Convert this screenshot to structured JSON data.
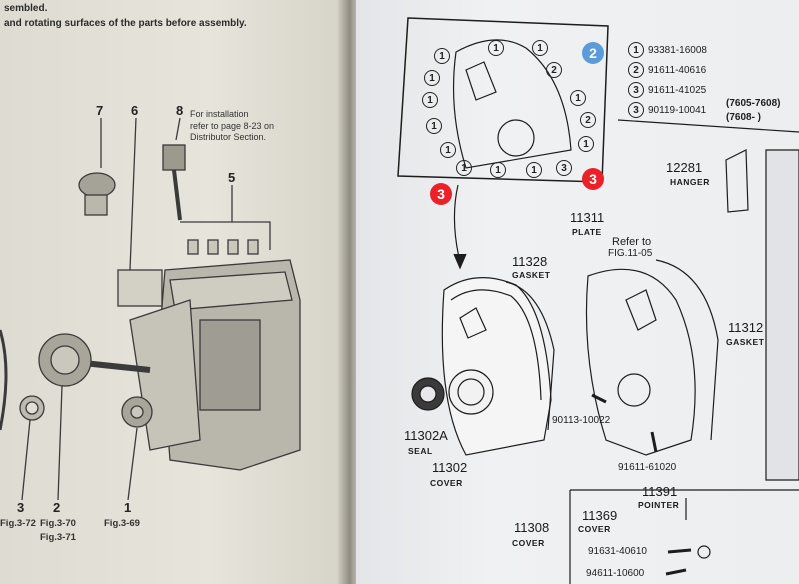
{
  "left_page": {
    "header_line1": "sembled.",
    "header_line2": "and rotating surfaces of the parts before assembly.",
    "callouts": [
      "7",
      "6",
      "8",
      "5",
      "3",
      "2",
      "1"
    ],
    "install_note": [
      "For installation",
      "refer to page 8-23 on",
      "Distributor Section."
    ],
    "fig_refs": [
      "Fig.3-72",
      "Fig.3-70",
      "Fig.3-71",
      "Fig.3-69"
    ]
  },
  "right_page": {
    "badges": {
      "blue": "2",
      "red_a": "3",
      "red_b": "3"
    },
    "legend": [
      {
        "n": "1",
        "part": "93381-16008"
      },
      {
        "n": "2",
        "part": "91611-40616"
      },
      {
        "n": "3",
        "part": "91611-41025"
      },
      {
        "n": "3",
        "part": "90119-10041"
      }
    ],
    "legend_notes": [
      "(7605-7608)",
      "(7608-      )"
    ],
    "bolt_diagram_numbers": [
      "1",
      "1",
      "1",
      "1",
      "1",
      "1",
      "1",
      "2",
      "1",
      "1",
      "2",
      "1",
      "1",
      "1",
      "3",
      "3"
    ],
    "parts": {
      "p12281": "12281",
      "hanger": "HANGER",
      "p11311": "11311",
      "plate": "PLATE",
      "refer1": "Refer to",
      "refer2": "FIG.11-05",
      "p11328": "11328",
      "gasket1": "GASKET",
      "p11312": "11312",
      "gasket2": "GASKET",
      "p90113": "90113-10022",
      "p11302a": "11302A",
      "seal": "SEAL",
      "p11302": "11302",
      "cover1": "COVER",
      "p91611": "91611-61020",
      "p11391": "11391",
      "pointer": "POINTER",
      "p11369": "11369",
      "cover2": "COVER",
      "p11308": "11308",
      "cover3": "COVER",
      "p91631": "91631-40610",
      "p94611": "94611-10600"
    }
  },
  "colors": {
    "red_badge": "#ea2128",
    "blue_badge": "#5b9bd8",
    "ink": "#1d1d1d"
  }
}
